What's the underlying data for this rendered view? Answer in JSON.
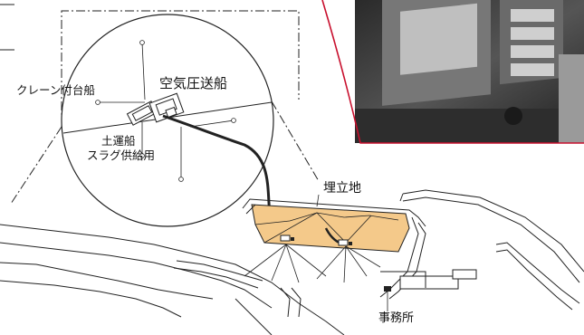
{
  "labels": {
    "crane_ship": "クレーン付台船",
    "air_ship": "空気圧送船",
    "barge_line1": "土運船",
    "barge_line2": "スラグ供給用",
    "landfill": "埋立地",
    "office": "事務所"
  },
  "colors": {
    "landfill_fill": "#f4c98a",
    "photo_border": "#c8102e",
    "line": "#222222"
  },
  "icons": {
    "photo": "photo-inset",
    "pipeline": "pipeline-line"
  }
}
